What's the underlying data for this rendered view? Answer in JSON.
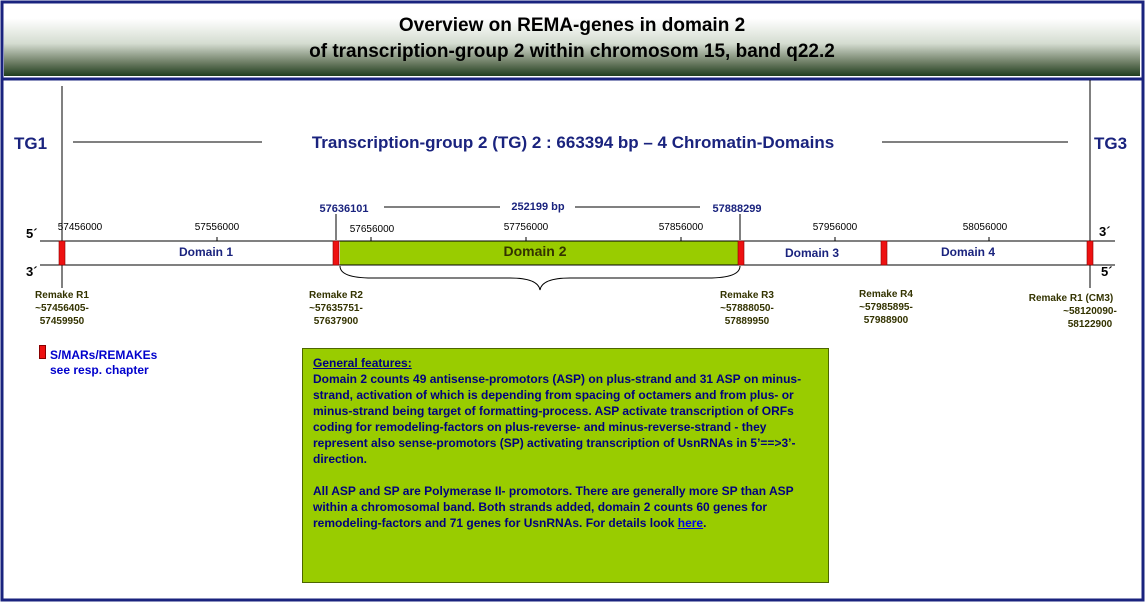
{
  "header": {
    "title_line1": "Overview on REMA-genes in domain 2",
    "title_line2": "of transcription-group 2 within chromosom 15, band q22.2"
  },
  "colors": {
    "border": "#1a237e",
    "title_bar_dark": "#1f3d1d",
    "domain2_fill": "#99cc00",
    "remake_marker": "#ee1111",
    "label_blue": "#1a237e",
    "remake_text": "#333300"
  },
  "groups": {
    "left": "TG1",
    "right": "TG3",
    "title": "Transcription-group 2 (TG) 2 : 663394 bp – 4 Chromatin-Domains"
  },
  "strand_labels": {
    "top_left": "5´",
    "bottom_left": "3´",
    "top_right": "3´",
    "bottom_right": "5´"
  },
  "domain2_span": {
    "start": "57636101",
    "end": "57888299",
    "length": "252199 bp"
  },
  "scale": {
    "ticks": [
      {
        "label": "57456000"
      },
      {
        "label": "57556000"
      },
      {
        "label": "57656000"
      },
      {
        "label": "57756000"
      },
      {
        "label": "57856000"
      },
      {
        "label": "57956000"
      },
      {
        "label": "58056000"
      }
    ]
  },
  "domains": [
    {
      "label": "Domain 1"
    },
    {
      "label": "Domain 2"
    },
    {
      "label": "Domain 3"
    },
    {
      "label": "Domain 4"
    }
  ],
  "remakes": [
    {
      "name": "Remake R1",
      "range1": "~57456405-",
      "range2": "57459950"
    },
    {
      "name": "Remake R2",
      "range1": "~57635751-",
      "range2": "57637900"
    },
    {
      "name": "Remake R3",
      "range1": "~57888050-",
      "range2": "57889950"
    },
    {
      "name": "Remake R4",
      "range1": "~57985895-",
      "range2": "57988900"
    },
    {
      "name": "Remake R1 (CM3)",
      "range1": "~58120090-",
      "range2": "58122900"
    }
  ],
  "legend": {
    "line1": "S/MARs/REMAKEs",
    "line2": "see resp. chapter"
  },
  "general_features": {
    "heading": "General features:",
    "paragraph1": "Domain 2 counts 49 antisense-promotors (ASP) on plus-strand and 31 ASP on minus-strand, activation of which is depending from spacing of octamers and from plus- or minus-strand being target of formatting-process. ASP activate transcription of ORFs coding for remodeling-factors on plus-reverse- and minus-reverse-strand - they represent also sense-promotors (SP) activating transcription of UsnRNAs in 5’==>3’-direction.",
    "paragraph2": "All ASP and SP are Polymerase II- promotors. There are generally more SP than ASP within a chromosomal band. Both strands added, domain 2 counts 60 genes for remodeling-factors and 71 genes for UsnRNAs. For details look",
    "link": "here",
    "link_suffix": "."
  }
}
